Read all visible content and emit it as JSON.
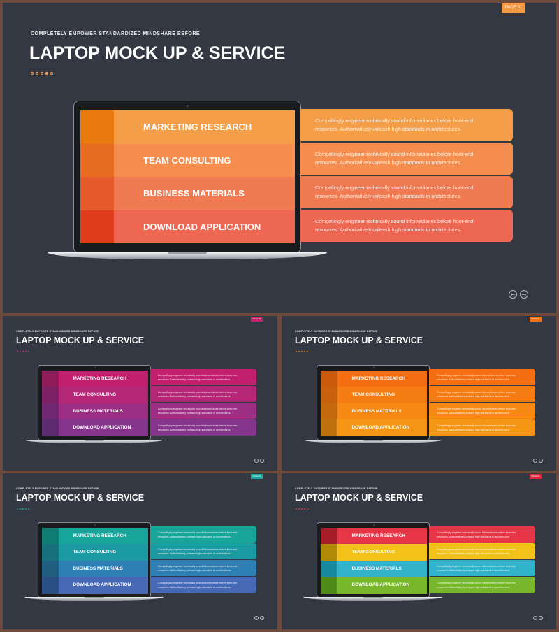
{
  "page_badge": "PAGE 01",
  "kicker": "COMPLETELY EMPOWER STANDARDIZED MINDSHARE BEFORE",
  "title": "LAPTOP MOCK UP & SERVICE",
  "items": [
    {
      "label": "MARKETING RESEARCH",
      "description": "Compellingly engineer technically sound infomediaries before front-end resources. Authoritatively unleash high standards in architectures."
    },
    {
      "label": "TEAM CONSULTING",
      "description": "Compellingly engineer technically sound infomediaries before front-end resources. Authoritatively unleash high standards in architectures."
    },
    {
      "label": "BUSINESS MATERIALS",
      "description": "Compellingly engineer technically sound infomediaries before front-end resources. Authoritatively unleash high standards in architectures."
    },
    {
      "label": "DOWNLOAD APPLICATION",
      "description": "Compellingly engineer technically sound infomediaries before front-end resources. Authoritatively unleash high standards in architectures."
    }
  ],
  "nav": {
    "prev_icon": "arrow-left-circle-icon",
    "next_icon": "arrow-right-circle-icon"
  },
  "themes": [
    {
      "badge": "#f59a44",
      "dots": "#f5a04a",
      "strips": [
        "#e8790f",
        "#e66c22",
        "#e55a2a",
        "#de3c1a"
      ],
      "rows": [
        "#f59e4a",
        "#f48d4e",
        "#f07b52",
        "#ee6752"
      ]
    },
    {
      "badge": "#c71e6e",
      "dots": "#d0307a",
      "strips": [
        "#8e1d5a",
        "#7c2166",
        "#6e2770",
        "#5e2a70"
      ],
      "rows": [
        "#c2206e",
        "#b42676",
        "#9c2e84",
        "#86358c"
      ]
    },
    {
      "badge": "#f56f14",
      "dots": "#f5821f",
      "strips": [
        "#cc5a0c",
        "#c8620c",
        "#c46a0c",
        "#c0700c"
      ],
      "rows": [
        "#f56f12",
        "#f57c12",
        "#f58914",
        "#f59514"
      ]
    },
    {
      "badge": "#12a89a",
      "dots": "#1aa89a",
      "strips": [
        "#0e7d74",
        "#17707c",
        "#205f80",
        "#2a4f84"
      ],
      "rows": [
        "#17a59a",
        "#1c9aa4",
        "#2e80b4",
        "#4768b4"
      ]
    },
    {
      "badge": "#d9263a",
      "dots": "#e23a48",
      "strips": [
        "#a81c28",
        "#b08a06",
        "#148a9c",
        "#4e8a18"
      ],
      "rows": [
        "#e63546",
        "#f3c21a",
        "#32b3cc",
        "#78b62c"
      ]
    }
  ]
}
